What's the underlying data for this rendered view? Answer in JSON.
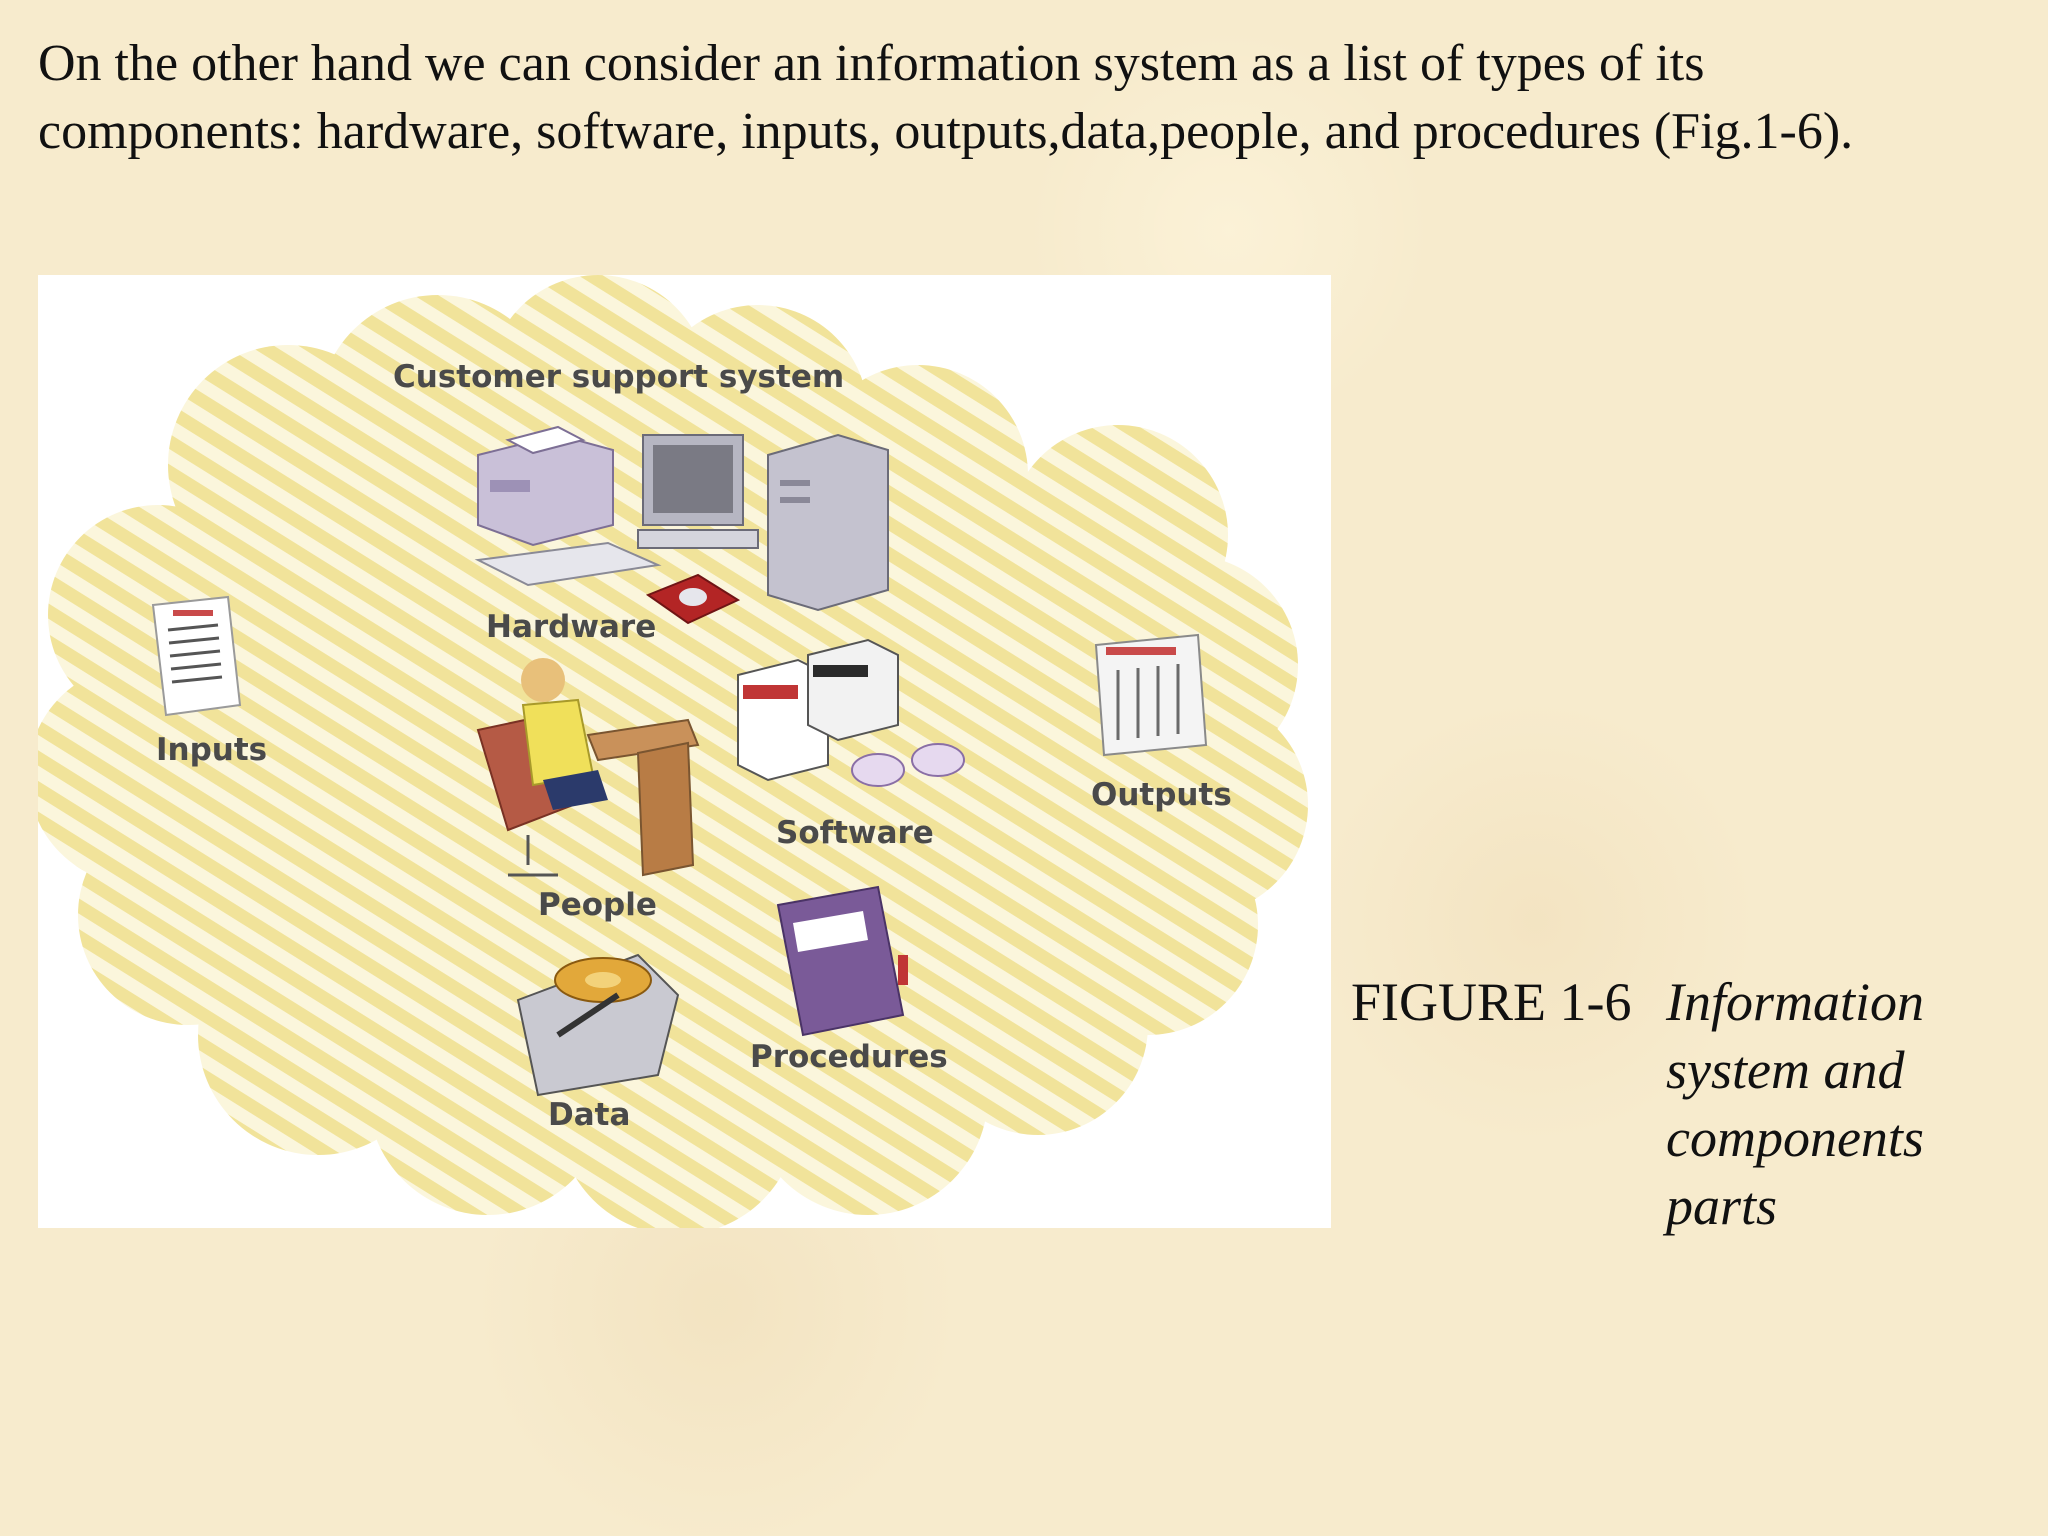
{
  "intro_text": "On the other hand we can consider an information system as a list of types of its components: hardware, software, inputs, outputs,data,people, and procedures (Fig.1-6).",
  "figure": {
    "title": "Customer support system",
    "labels": {
      "hardware": "Hardware",
      "inputs": "Inputs",
      "people": "People",
      "software": "Software",
      "outputs": "Outputs",
      "data": "Data",
      "procedures": "Procedures"
    },
    "caption_number": "FIGURE 1-6",
    "caption_title": "Information system and components parts"
  },
  "colors": {
    "page_background": "#f7ebcd",
    "cloud_stripe": "#f1e39a",
    "label_text": "#4a4a4a"
  },
  "icons": [
    "printer-icon",
    "monitor-icon",
    "computer-tower-icon",
    "keyboard-icon",
    "mouse-icon",
    "input-document-icon",
    "person-at-desk-icon",
    "software-package-icon",
    "output-report-icon",
    "hard-drive-icon",
    "procedures-manual-icon"
  ]
}
